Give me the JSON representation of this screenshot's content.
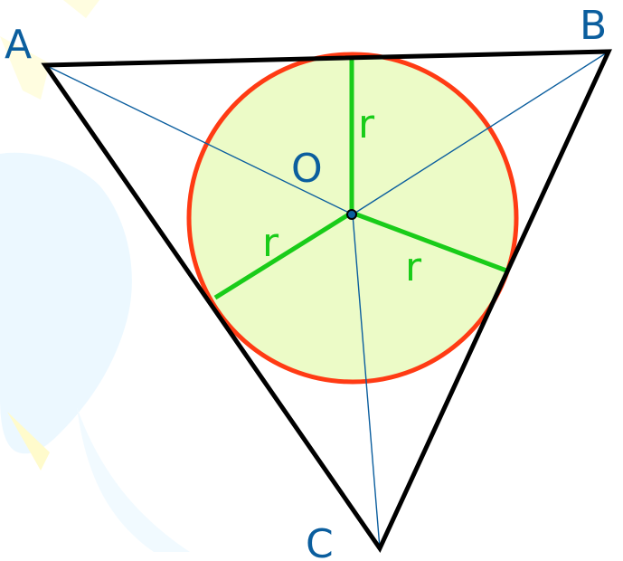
{
  "diagram": {
    "vertices": {
      "a": "A",
      "b": "B",
      "c": "C"
    },
    "center_label": "O",
    "radius_labels": [
      "r",
      "r",
      "r"
    ],
    "colors": {
      "triangle": "#000000",
      "circle_stroke": "#ff3b14",
      "circle_fill": "#ecfbc7",
      "radius": "#19cc19",
      "angle_bisector": "#0b5e9e",
      "label": "#0b5e9e",
      "watermark_light_blue": "#e6f6ff",
      "watermark_yellow": "#ffffcc"
    }
  }
}
